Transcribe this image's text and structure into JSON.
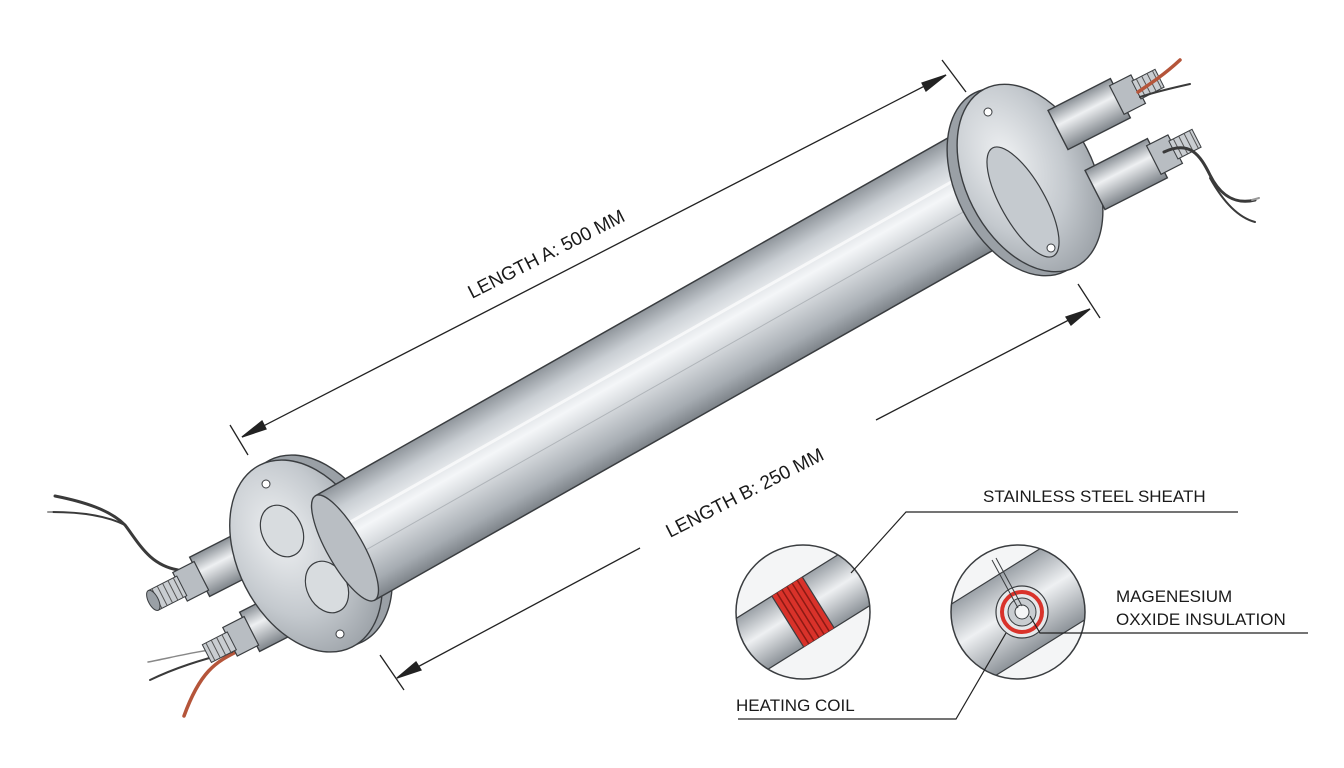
{
  "labels": {
    "length_a": "LENGTH A: 500 MM",
    "length_b": "LENGTH B: 250 MM",
    "sheath": "STAINLESS STEEL SHEATH",
    "insulation_line1": "MAGENESIUM",
    "insulation_line2": "OXXIDE INSULATION",
    "heating_coil": "HEATING COIL"
  },
  "colors": {
    "background": "#ffffff",
    "steel_light": "#f2f4f6",
    "steel_mid": "#c3c8cd",
    "steel_dark": "#8a9096",
    "outline": "#3a3d40",
    "coil_red": "#d9322a",
    "wire_red": "#b5553a",
    "wire_black": "#3a3a3a",
    "dimension_line": "#222222"
  },
  "icons": {
    "inset_coil": "heating-coil-detail",
    "inset_section": "cross-section-detail"
  }
}
